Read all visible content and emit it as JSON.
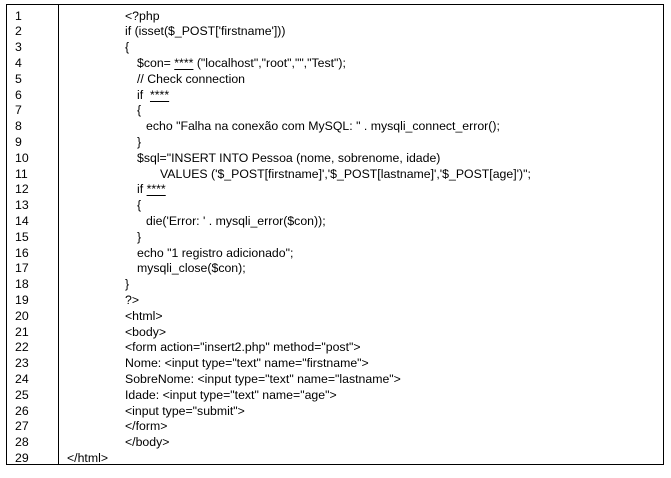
{
  "listing": {
    "lines": [
      {
        "num": "1",
        "indent": 0,
        "parts": [
          {
            "t": "<?php"
          }
        ]
      },
      {
        "num": "2",
        "indent": 0,
        "parts": [
          {
            "t": "if (isset($_POST['firstname']))"
          }
        ]
      },
      {
        "num": "3",
        "indent": 0,
        "parts": [
          {
            "t": "{"
          }
        ]
      },
      {
        "num": "4",
        "indent": 1,
        "parts": [
          {
            "t": "$con= "
          },
          {
            "t": "****",
            "mask": true
          },
          {
            "t": " (\"localhost\",\"root\",\"\",\"Test\");"
          }
        ]
      },
      {
        "num": "5",
        "indent": 1,
        "parts": [
          {
            "t": "// Check connection"
          }
        ]
      },
      {
        "num": "6",
        "indent": 1,
        "parts": [
          {
            "t": "if  "
          },
          {
            "t": "****",
            "mask": true
          }
        ]
      },
      {
        "num": "7",
        "indent": 1,
        "parts": [
          {
            "t": "{"
          }
        ]
      },
      {
        "num": "8",
        "indent": 2,
        "parts": [
          {
            "t": "echo \"Falha na conexão com MySQL: \" . mysqli_connect_error();"
          }
        ]
      },
      {
        "num": "9",
        "indent": 1,
        "parts": [
          {
            "t": "}"
          }
        ]
      },
      {
        "num": "10",
        "indent": 1,
        "parts": [
          {
            "t": "$sql=\"INSERT INTO Pessoa (nome, sobrenome, idade)"
          }
        ]
      },
      {
        "num": "11",
        "indent": 3,
        "parts": [
          {
            "t": "VALUES ('$_POST[firstname]','$_POST[lastname]','$_POST[age]')\";"
          }
        ]
      },
      {
        "num": "12",
        "indent": 1,
        "parts": [
          {
            "t": "if "
          },
          {
            "t": "****",
            "mask": true
          }
        ]
      },
      {
        "num": "13",
        "indent": 1,
        "parts": [
          {
            "t": "{"
          }
        ]
      },
      {
        "num": "14",
        "indent": 2,
        "parts": [
          {
            "t": "die('Error: ' . mysqli_error($con));"
          }
        ]
      },
      {
        "num": "15",
        "indent": 1,
        "parts": [
          {
            "t": "}"
          }
        ]
      },
      {
        "num": "16",
        "indent": 1,
        "parts": [
          {
            "t": "echo \"1 registro adicionado\";"
          }
        ]
      },
      {
        "num": "17",
        "indent": 1,
        "parts": [
          {
            "t": "mysqli_close($con);"
          }
        ]
      },
      {
        "num": "18",
        "indent": 0,
        "parts": [
          {
            "t": "}"
          }
        ]
      },
      {
        "num": "19",
        "indent": 0,
        "parts": [
          {
            "t": "?>"
          }
        ]
      },
      {
        "num": "20",
        "indent": 0,
        "parts": [
          {
            "t": "<html>"
          }
        ]
      },
      {
        "num": "21",
        "indent": 0,
        "parts": [
          {
            "t": "<body>"
          }
        ]
      },
      {
        "num": "22",
        "indent": 0,
        "parts": [
          {
            "t": "<form action=\"insert2.php\" method=\"post\">"
          }
        ]
      },
      {
        "num": "23",
        "indent": 0,
        "parts": [
          {
            "t": "Nome: <input type=\"text\" name=\"firstname\">"
          }
        ]
      },
      {
        "num": "24",
        "indent": 0,
        "parts": [
          {
            "t": "SobreNome: <input type=\"text\" name=\"lastname\">"
          }
        ]
      },
      {
        "num": "25",
        "indent": 0,
        "parts": [
          {
            "t": "Idade: <input type=\"text\" name=\"age\">"
          }
        ]
      },
      {
        "num": "26",
        "indent": 0,
        "parts": [
          {
            "t": "<input type=\"submit\">"
          }
        ]
      },
      {
        "num": "27",
        "indent": 0,
        "parts": [
          {
            "t": "</form>"
          }
        ]
      },
      {
        "num": "28",
        "indent": 0,
        "parts": [
          {
            "t": "</body>"
          }
        ]
      },
      {
        "num": "29",
        "indent": -1,
        "parts": [
          {
            "t": "</html>"
          }
        ]
      }
    ]
  }
}
